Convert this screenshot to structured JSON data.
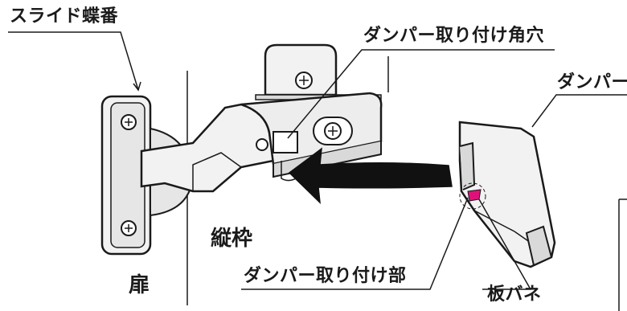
{
  "labels": {
    "slide_hinge": "スライド蝶番",
    "damper_mount_hole": "ダンパー取り付け角穴",
    "damper": "ダンパー",
    "vertical_frame": "縦枠",
    "door": "扉",
    "damper_mount_part": "ダンパー取り付け部",
    "leaf_spring": "板バネ"
  },
  "colors": {
    "line": "#1a1a1a",
    "fill_light": "#f2f2f2",
    "fill_mid": "#d9d9d9",
    "arrow": "#111111",
    "leaf_spring_accent": "#e0107a"
  }
}
